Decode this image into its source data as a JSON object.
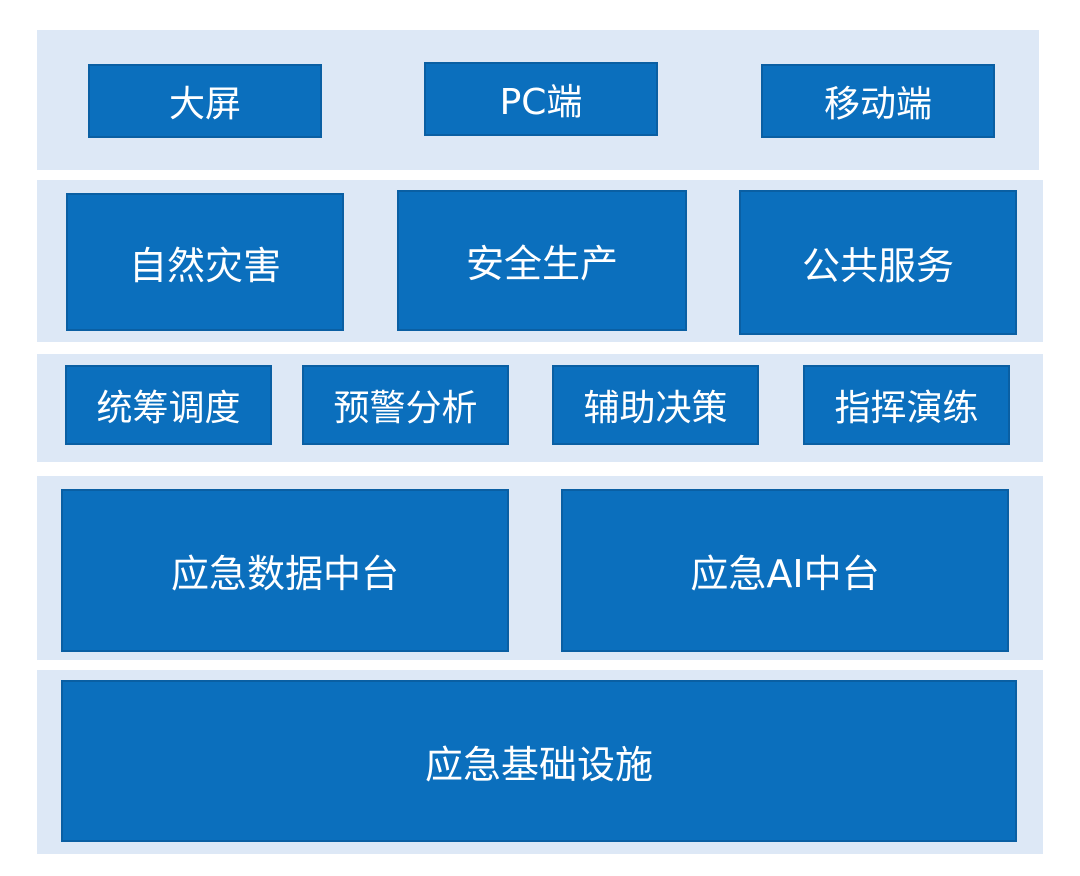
{
  "layers": {
    "clients": {
      "items": [
        "大屏",
        "PC端",
        "移动端"
      ]
    },
    "domains": {
      "items": [
        "自然灾害",
        "安全生产",
        "公共服务"
      ]
    },
    "functions": {
      "items": [
        "统筹调度",
        "预警分析",
        "辅助决策",
        "指挥演练"
      ]
    },
    "platforms": {
      "items": [
        "应急数据中台",
        "应急AI中台"
      ]
    },
    "infrastructure": {
      "items": [
        "应急基础设施"
      ]
    }
  },
  "colors": {
    "band_background": "#dde8f6",
    "box_fill": "#0b6fbd",
    "box_text": "#ffffff"
  }
}
